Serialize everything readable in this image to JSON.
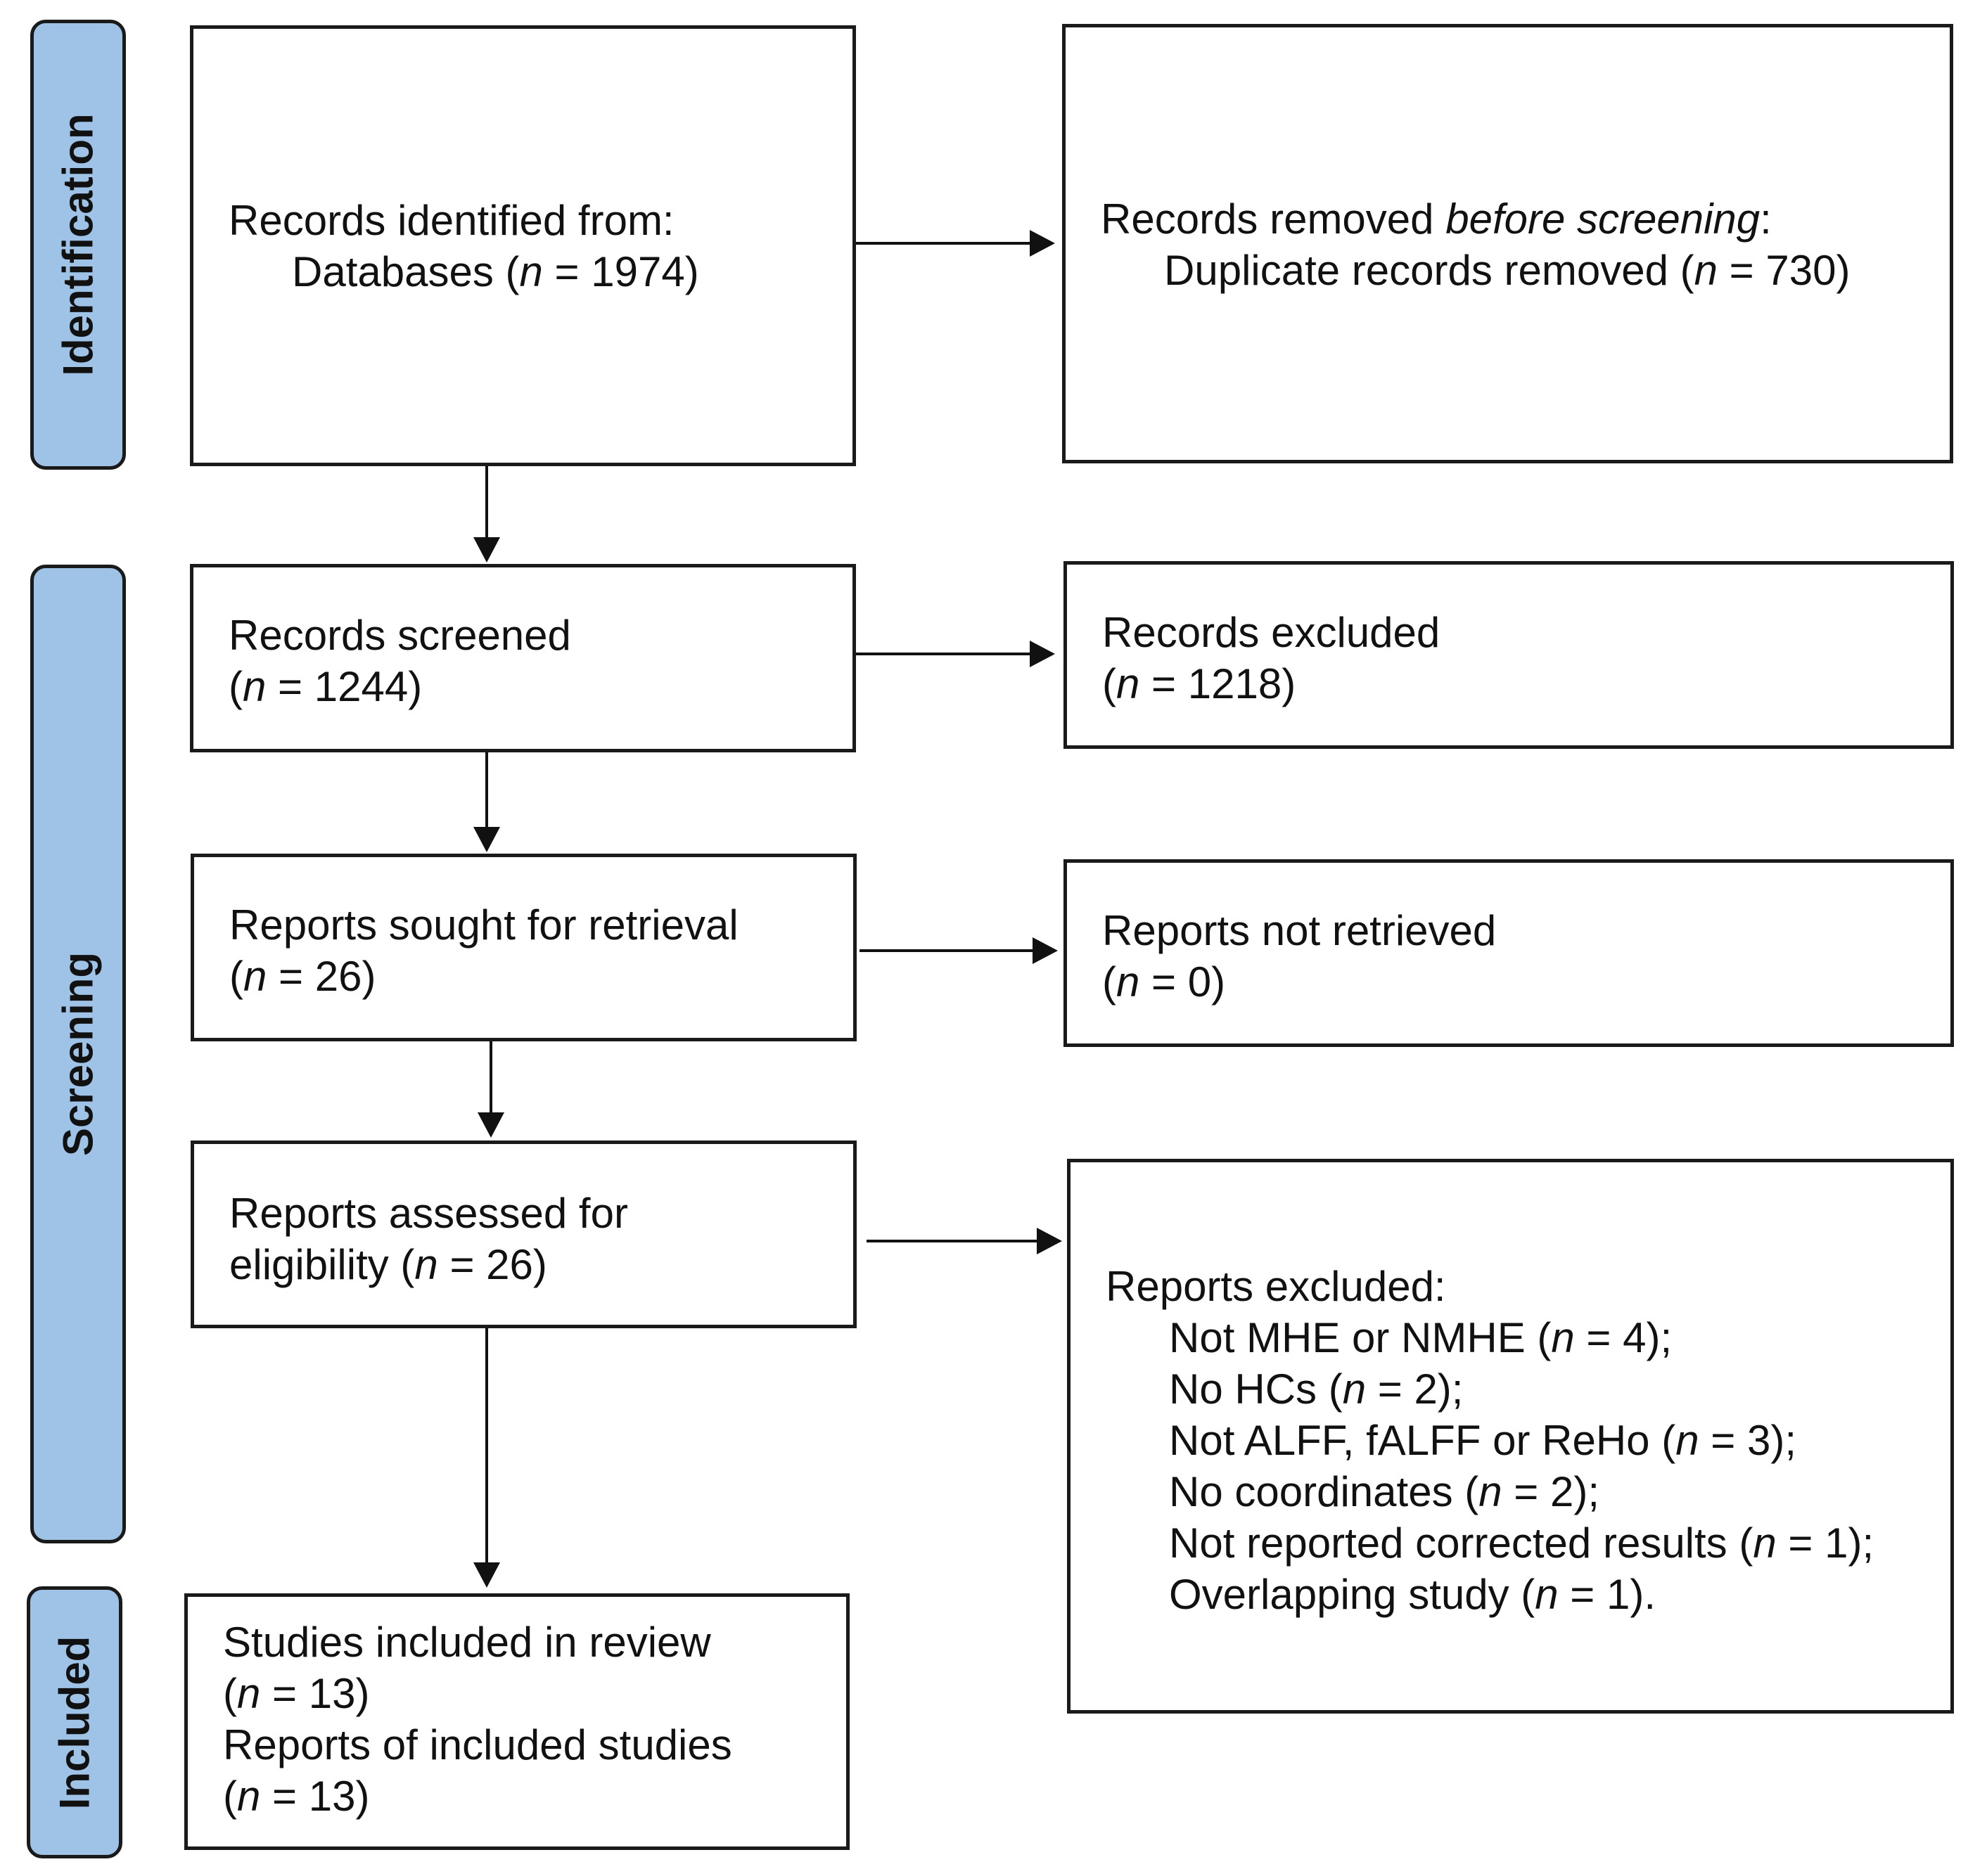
{
  "phases": {
    "identification": "Identification",
    "screening": "Screening",
    "included": "Included"
  },
  "boxes": {
    "identified": {
      "line1": "Records identified from:",
      "line2_prefix": "Databases (",
      "n_symbol": "n",
      "line2_suffix": " = 1974)"
    },
    "removed": {
      "line1_prefix": "Records removed ",
      "line1_italic": "before screening",
      "line1_suffix": ":",
      "line2_prefix": "Duplicate records removed (",
      "n_symbol": "n",
      "line2_suffix": " = 730)"
    },
    "screened": {
      "line1": "Records screened",
      "line2_prefix": "(",
      "n_symbol": "n",
      "line2_suffix": " = 1244)"
    },
    "excluded": {
      "line1": "Records excluded",
      "line2_prefix": "(",
      "n_symbol": "n",
      "line2_suffix": " = 1218)"
    },
    "sought": {
      "line1": "Reports sought for retrieval",
      "line2_prefix": "(",
      "n_symbol": "n",
      "line2_suffix": " = 26)"
    },
    "not_retrieved": {
      "line1": "Reports not retrieved",
      "line2_prefix": "(",
      "n_symbol": "n",
      "line2_suffix": " = 0)"
    },
    "assessed": {
      "line1": "Reports assessed for",
      "line2_prefix": "eligibility (",
      "n_symbol": "n",
      "line2_suffix": " = 26)"
    },
    "reports_excluded": {
      "title": "Reports excluded:",
      "n_symbol": "n",
      "reasons": [
        {
          "prefix": "Not MHE or NMHE (",
          "suffix": " = 4);"
        },
        {
          "prefix": "No HCs (",
          "suffix": " = 2);"
        },
        {
          "prefix": "Not ALFF, fALFF or ReHo (",
          "suffix": " = 3);"
        },
        {
          "prefix": "No coordinates (",
          "suffix": " = 2);"
        },
        {
          "prefix": "Not reported corrected results (",
          "suffix": " = 1);"
        },
        {
          "prefix": "Overlapping study (",
          "suffix": " = 1)."
        }
      ]
    },
    "included": {
      "line1": "Studies included in review",
      "line2_prefix": "(",
      "n_symbol": "n",
      "line2_suffix": " = 13)",
      "line3": "Reports of included studies",
      "line4_prefix": "(",
      "line4_suffix": " = 13)"
    }
  }
}
